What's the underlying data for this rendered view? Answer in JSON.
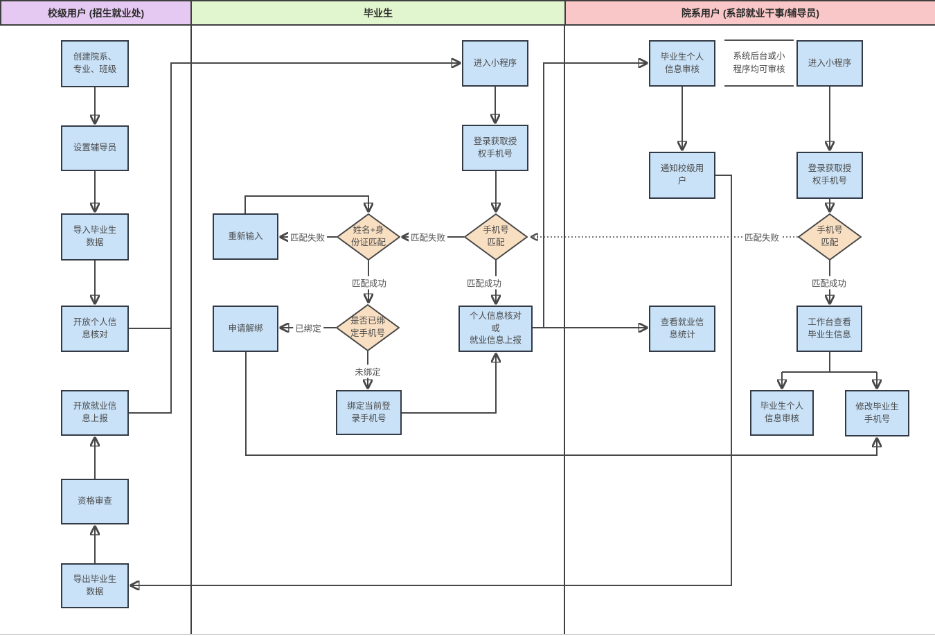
{
  "lanes": [
    {
      "title": "校级用户 (招生就业处)"
    },
    {
      "title": "毕业生"
    },
    {
      "title": "院系用户 (系部就业干事/辅导员)"
    }
  ],
  "nodes": {
    "create_org": "创建院系、\n专业、班级",
    "set_counselor": "设置辅导员",
    "import_data": "导入毕业生\n数据",
    "open_info_check": "开放个人信\n息核对",
    "open_job_report": "开放就业信\n息上报",
    "qualification": "资格审查",
    "export_data": "导出毕业生\n数据",
    "enter_mini": "进入小程序",
    "login_auth": "登录获取授\n权手机号",
    "phone_match": "手机号\n匹配",
    "name_id_match": "姓名+身\n份证匹配",
    "reenter": "重新输入",
    "apply_unbind": "申请解绑",
    "bound_phone": "是否已绑\n定手机号",
    "bind_phone": "绑定当前登\n录手机号",
    "info_check": "个人信息核对\n或\n就业信息上报",
    "grad_review_top": "毕业生个人\n信息审核",
    "enter_mini_dept": "进入小程序",
    "notify_school": "通知校级用\n户",
    "login_auth_dept": "登录获取授\n权手机号",
    "phone_match_dept": "手机号\n匹配",
    "view_stats": "查看就业信\n息统计",
    "workbench": "工作台查看\n毕业生信息",
    "grad_review_bottom": "毕业生个人\n信息审核",
    "modify_phone": "修改毕业生\n手机号"
  },
  "note": "系统后台或小\n程序均可审核",
  "edge_labels": {
    "fail_left": "匹配失败",
    "fail_mid": "匹配失败",
    "fail_dept": "匹配失败",
    "success_name": "匹配成功",
    "success_phone": "匹配成功",
    "success_dept": "匹配成功",
    "bound": "已绑定",
    "unbound": "未绑定"
  },
  "colors": {
    "purple": "#e5c9f2",
    "green": "#e1f6ce",
    "pink": "#f9c7c7",
    "box_fill": "#c9e2f8",
    "box_border": "#323a45",
    "diamond_fill": "#f8dfc2",
    "diamond_border": "#474747",
    "line": "#474747",
    "text": "#4a4a4a"
  }
}
